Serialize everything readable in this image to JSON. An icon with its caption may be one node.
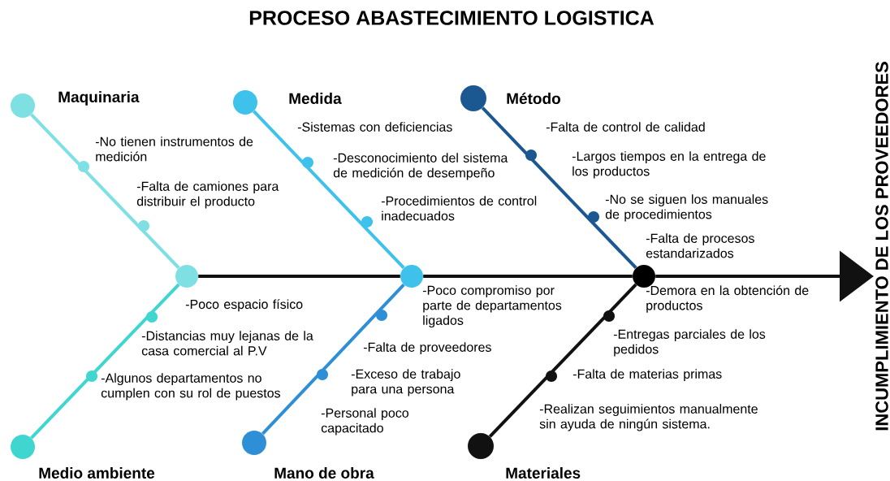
{
  "diagram": {
    "title": "PROCESO ABASTECIMIENTO LOGISTICA",
    "nodes": [
      {
        "text": [
          "Maquinaria"
        ]
      },
      {
        "text": [
          "Medida"
        ]
      },
      {
        "text": [
          "Método"
        ]
      },
      {
        "text": [],
        "shape": "circle"
      },
      {
        "text": [],
        "shape": "circle"
      },
      {
        "text": [],
        "shape": "circle"
      },
      {
        "text": [
          "Medio ambiente"
        ]
      },
      {
        "text": [
          "Mano de obra"
        ]
      },
      {
        "text": [
          "Materiales"
        ]
      },
      {
        "text": [
          "INCUMPLIMIENTO DE LOS PROVEEDORES"
        ]
      }
    ],
    "edges": [
      {
        "from": 0,
        "to": 3,
        "arrow": "none",
        "color": "#7fe0e4"
      },
      {
        "from": 6,
        "to": 3,
        "arrow": "none",
        "color": "#3fd6d0"
      },
      {
        "from": 1,
        "to": 4,
        "arrow": "none",
        "color": "#3ec2ec"
      },
      {
        "from": 7,
        "to": 4,
        "arrow": "none",
        "color": "#2f8fd6"
      },
      {
        "from": 2,
        "to": 5,
        "arrow": "none",
        "color": "#1b5892"
      },
      {
        "from": 8,
        "to": 5,
        "arrow": "none",
        "color": "#111111"
      },
      {
        "from": 3,
        "to": 4,
        "arrow": "none",
        "color": "#111111"
      },
      {
        "from": 4,
        "to": 5,
        "arrow": "none",
        "color": "#111111"
      },
      {
        "from": 5,
        "to": 9,
        "arrow": "to",
        "color": "#111111"
      }
    ],
    "labels": [
      "-No tienen instrumentos de medición",
      "-Falta de camiones para distribuir el producto",
      "-Sistemas con deficiencias",
      "-Desconocimiento del sistema de medición de desempeño",
      "-Procedimientos de control inadecuados",
      "-Falta de control de calidad",
      "-Largos tiempos en la entrega de los productos",
      "-No se siguen los manuales de procedimientos",
      "-Falta de procesos estandarizados",
      "-Poco espacio físico",
      "-Distancias muy lejanas de la casa comercial al P.V",
      "-Algunos departamentos no cumplen con su rol de puestos",
      "-Poco compromiso por parte de departamentos ligados",
      "-Falta de proveedores",
      "-Exceso de trabajo para una persona",
      "-Personal poco capacitado",
      "-Demora en la obtención de productos",
      "-Entregas parciales de los pedidos",
      "-Falta de materias primas",
      "-Realizan seguimientos manualmente sin ayuda de ningún sistema."
    ]
  }
}
